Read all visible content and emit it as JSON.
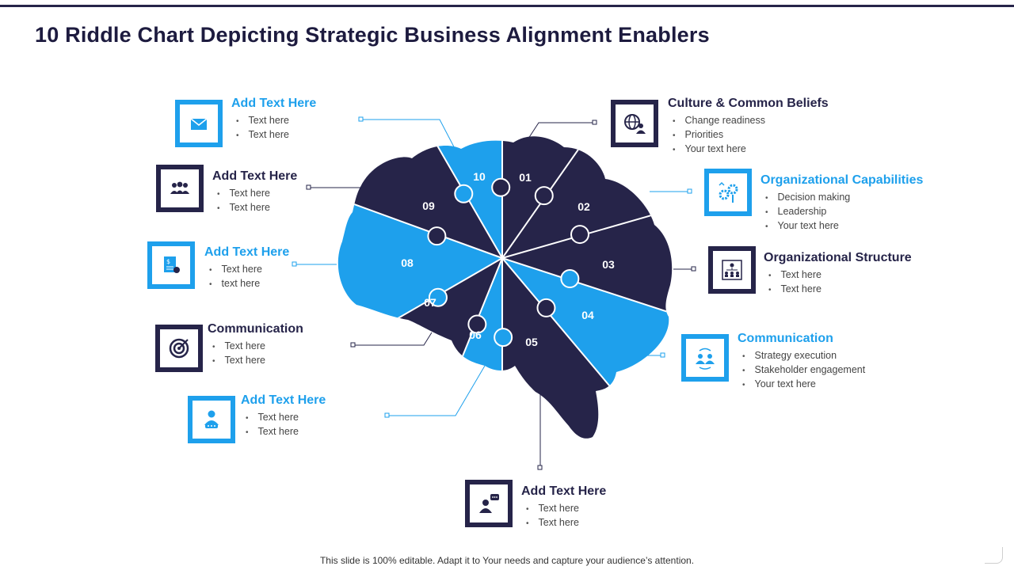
{
  "title": "10 Riddle Chart Depicting Strategic Business Alignment Enablers",
  "footer": "This slide is 100% editable. Adapt it to Your needs and capture your audience’s attention.",
  "colors": {
    "dark": "#262449",
    "blue": "#1ea0ec"
  },
  "segments": [
    {
      "number": "01",
      "color": "dark"
    },
    {
      "number": "02",
      "color": "dark"
    },
    {
      "number": "03",
      "color": "dark"
    },
    {
      "number": "04",
      "color": "blue"
    },
    {
      "number": "05",
      "color": "dark"
    },
    {
      "number": "06",
      "color": "blue"
    },
    {
      "number": "07",
      "color": "dark"
    },
    {
      "number": "08",
      "color": "blue"
    },
    {
      "number": "09",
      "color": "dark"
    },
    {
      "number": "10",
      "color": "blue"
    }
  ],
  "items": [
    {
      "heading": "Add Text Here",
      "bullets": [
        "Text here",
        "Text here"
      ],
      "icon": "envelope-icon",
      "style": "blue"
    },
    {
      "heading": "Add Text Here",
      "bullets": [
        "Text here",
        "Text here"
      ],
      "icon": "team-icon",
      "style": "dark"
    },
    {
      "heading": "Add Text Here",
      "bullets": [
        "Text here",
        "text here"
      ],
      "icon": "document-dollar-icon",
      "style": "blue"
    },
    {
      "heading": "Communication",
      "bullets": [
        "Text here",
        "Text here"
      ],
      "icon": "target-icon",
      "style": "dark"
    },
    {
      "heading": "Add Text Here",
      "bullets": [
        "Text here",
        "Text here"
      ],
      "icon": "speaker-person-icon",
      "style": "blue"
    },
    {
      "heading": "Add Text Here",
      "bullets": [
        "Text here",
        "Text here"
      ],
      "icon": "presentation-chat-icon",
      "style": "dark"
    },
    {
      "heading": "Culture & Common Beliefs",
      "bullets": [
        "Change readiness",
        "Priorities",
        "Your text here"
      ],
      "icon": "globe-person-icon",
      "style": "dark"
    },
    {
      "heading": "Organizational Capabilities",
      "bullets": [
        "Decision making",
        "Leadership",
        "Your text here"
      ],
      "icon": "gears-growth-icon",
      "style": "blue"
    },
    {
      "heading": "Organizational Structure",
      "bullets": [
        "Text here",
        "Text here"
      ],
      "icon": "org-chart-icon",
      "style": "dark"
    },
    {
      "heading": "Communication",
      "bullets": [
        "Strategy execution",
        "Stakeholder engagement",
        "Your text here"
      ],
      "icon": "people-exchange-icon",
      "style": "blue"
    }
  ]
}
